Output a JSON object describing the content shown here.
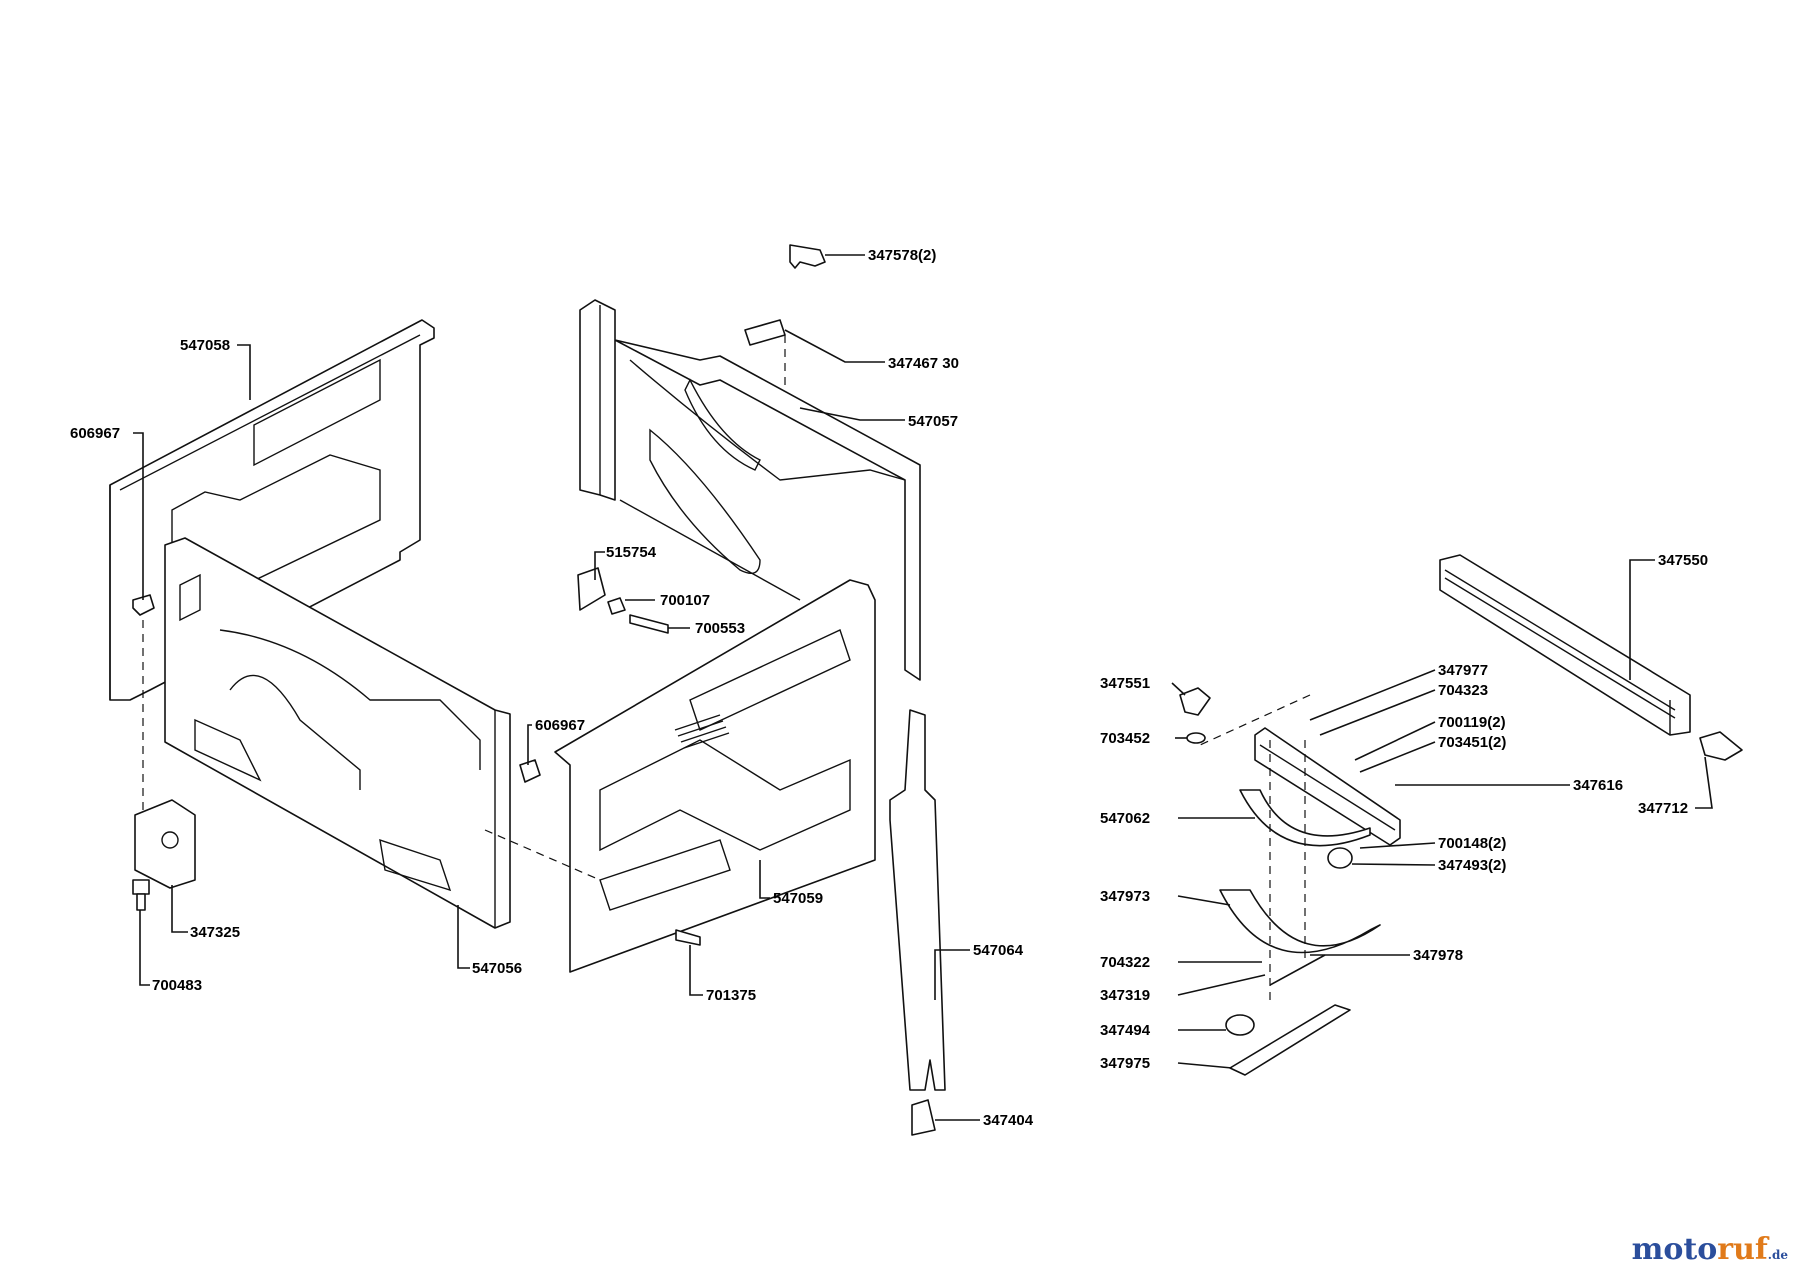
{
  "labels": [
    {
      "id": "347578(2)",
      "text": "347578(2)"
    },
    {
      "id": "34746730",
      "text": "347467 30"
    },
    {
      "id": "547058",
      "text": "547058"
    },
    {
      "id": "606967a",
      "text": "606967"
    },
    {
      "id": "547057",
      "text": "547057"
    },
    {
      "id": "515754",
      "text": "515754"
    },
    {
      "id": "700107",
      "text": "700107"
    },
    {
      "id": "700553",
      "text": "700553"
    },
    {
      "id": "606967b",
      "text": "606967"
    },
    {
      "id": "547059",
      "text": "547059"
    },
    {
      "id": "347325",
      "text": "347325"
    },
    {
      "id": "547056",
      "text": "547056"
    },
    {
      "id": "700483",
      "text": "700483"
    },
    {
      "id": "701375",
      "text": "701375"
    },
    {
      "id": "547064",
      "text": "547064"
    },
    {
      "id": "347404",
      "text": "347404"
    },
    {
      "id": "347550",
      "text": "347550"
    },
    {
      "id": "347977",
      "text": "347977"
    },
    {
      "id": "704323",
      "text": "704323"
    },
    {
      "id": "347551",
      "text": "347551"
    },
    {
      "id": "700119(2)",
      "text": "700119(2)"
    },
    {
      "id": "703452",
      "text": "703452"
    },
    {
      "id": "703451(2)",
      "text": "703451(2)"
    },
    {
      "id": "347616",
      "text": "347616"
    },
    {
      "id": "347712",
      "text": "347712"
    },
    {
      "id": "547062",
      "text": "547062"
    },
    {
      "id": "700148(2)",
      "text": "700148(2)"
    },
    {
      "id": "347493(2)",
      "text": "347493(2)"
    },
    {
      "id": "347973",
      "text": "347973"
    },
    {
      "id": "704322",
      "text": "704322"
    },
    {
      "id": "347978",
      "text": "347978"
    },
    {
      "id": "347319",
      "text": "347319"
    },
    {
      "id": "347494",
      "text": "347494"
    },
    {
      "id": "347975",
      "text": "347975"
    }
  ],
  "watermark": {
    "part1": "moto",
    "part2": "ruf",
    "part3": ".de"
  }
}
